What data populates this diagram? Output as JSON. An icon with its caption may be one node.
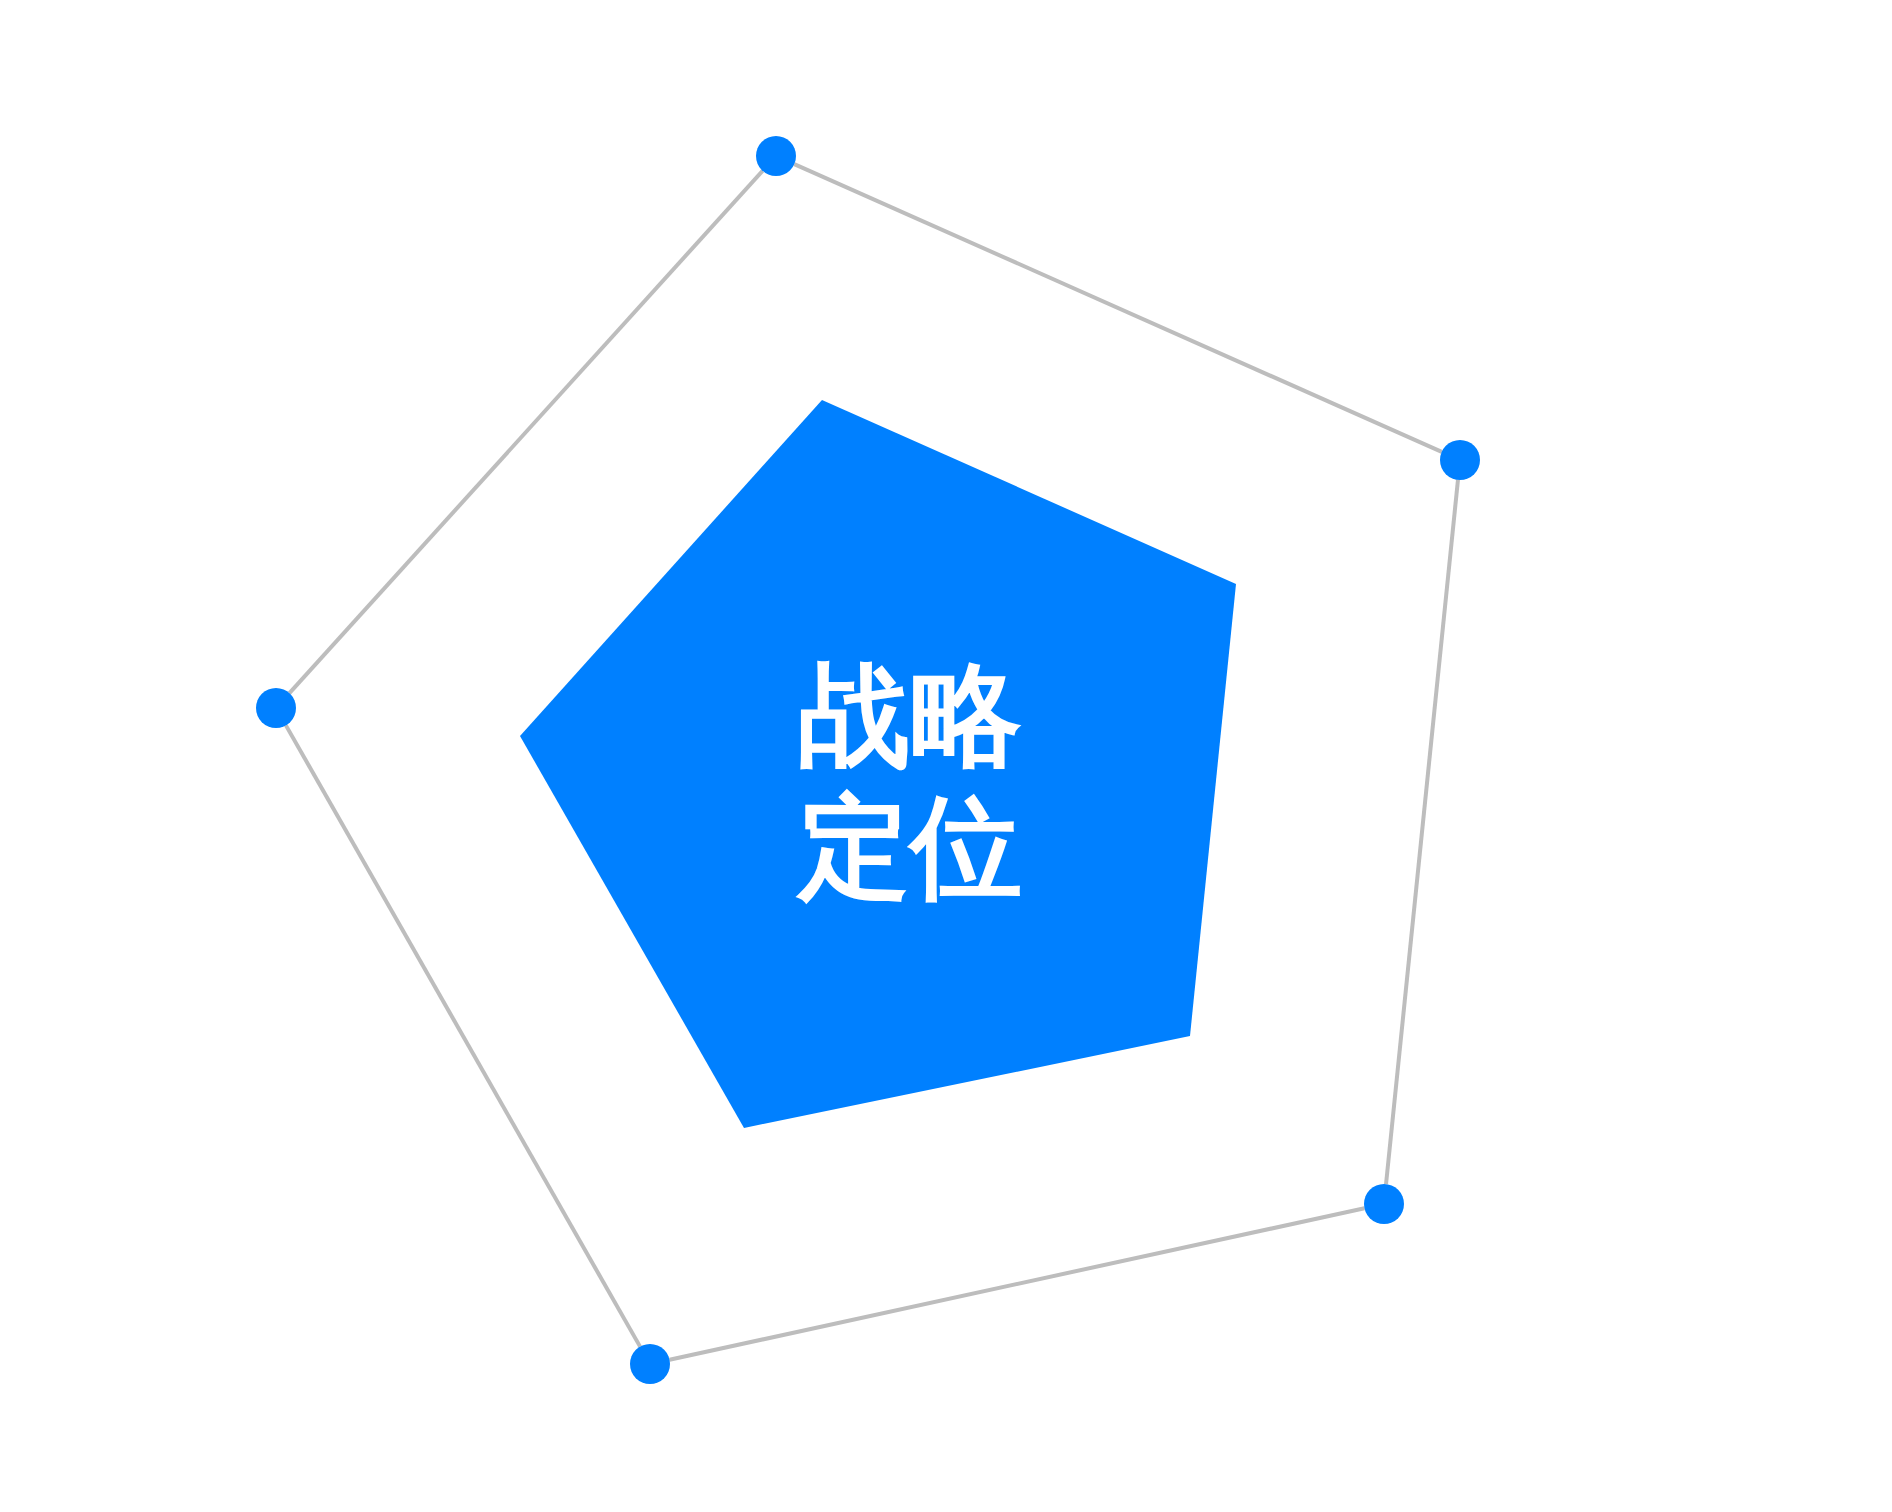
{
  "diagram": {
    "nodes": [
      {
        "text": [
          "战略定位"
        ]
      },
      {
        "text": [],
        "shape": "circle"
      },
      {
        "text": [],
        "shape": "circle"
      },
      {
        "text": [],
        "shape": "circle"
      },
      {
        "text": [],
        "shape": "circle"
      },
      {
        "text": [],
        "shape": "circle"
      }
    ],
    "edges": [
      {
        "from": 1,
        "to": 3,
        "arrow": "none"
      },
      {
        "from": 3,
        "to": 5,
        "arrow": "none"
      },
      {
        "from": 5,
        "to": 4,
        "arrow": "none"
      },
      {
        "from": 4,
        "to": 2,
        "arrow": "none"
      },
      {
        "from": 2,
        "to": 1,
        "arrow": "none"
      }
    ]
  }
}
